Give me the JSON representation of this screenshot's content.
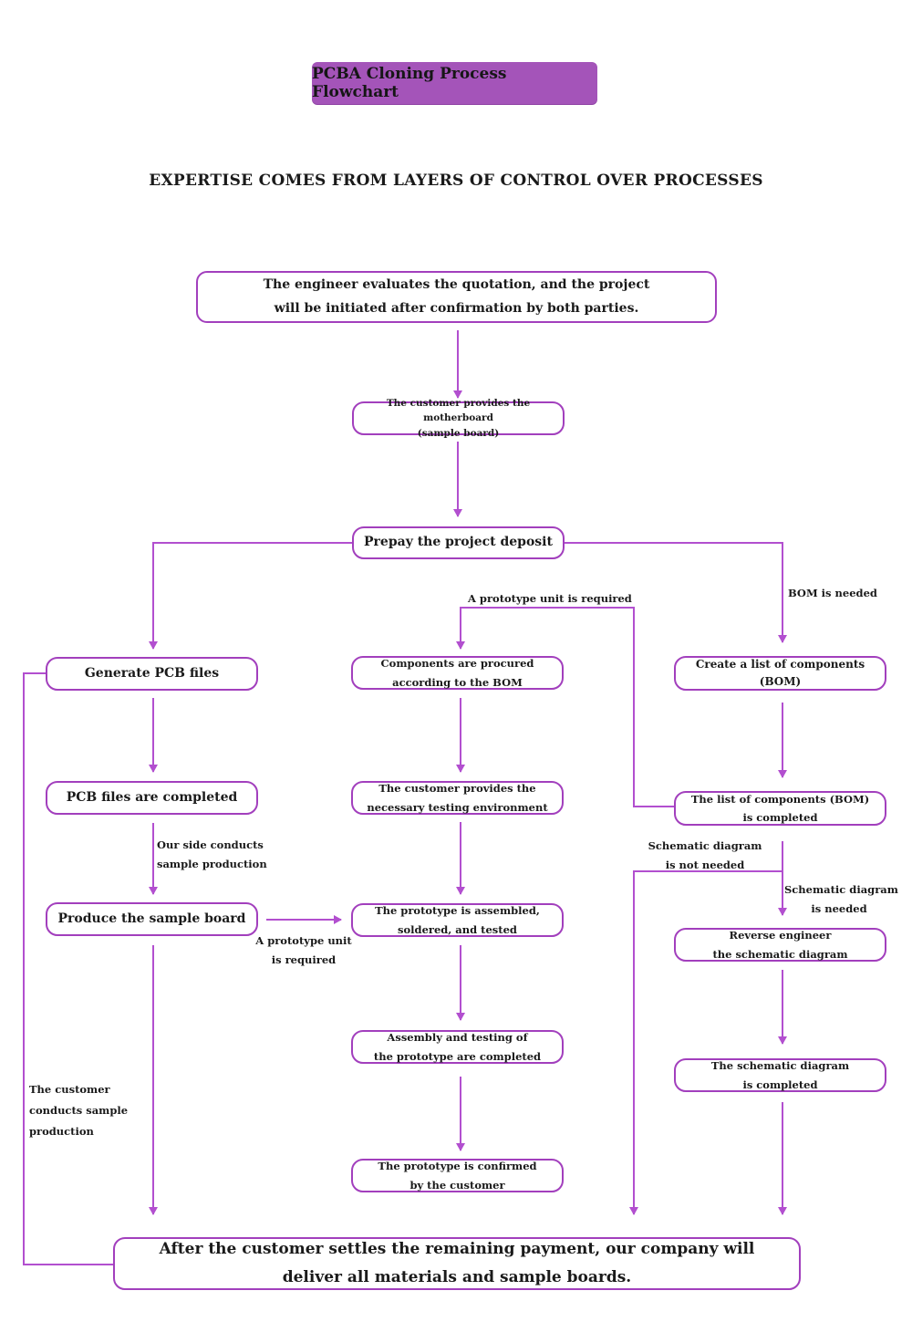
{
  "header": {
    "title": "PCBA Cloning Process Flowchart",
    "subtitle": "EXPERTISE COMES FROM LAYERS OF CONTROL OVER PROCESSES"
  },
  "nodes": {
    "evaluate": [
      "The engineer evaluates the quotation, and the project",
      "will be initiated after confirmation by both parties."
    ],
    "motherboard": [
      "The customer provides the motherboard",
      "(sample board)"
    ],
    "deposit": [
      "Prepay the project deposit"
    ],
    "generate_pcb": [
      "Generate PCB files"
    ],
    "pcb_completed": [
      "PCB files are completed"
    ],
    "produce_sample": [
      "Produce the sample board"
    ],
    "components_procured": [
      "Components are procured",
      "according to the BOM"
    ],
    "testing_env": [
      "The customer provides the",
      "necessary testing environment"
    ],
    "prototype_assembled": [
      "The prototype is assembled,",
      "soldered, and tested"
    ],
    "assembly_completed": [
      "Assembly and testing of",
      "the prototype are completed"
    ],
    "prototype_confirmed": [
      "The prototype is confirmed",
      "by the customer"
    ],
    "create_bom": [
      "Create a list of components (BOM)"
    ],
    "bom_completed": [
      "The list of components (BOM)",
      "is completed"
    ],
    "reverse_engineer": [
      "Reverse engineer",
      "the schematic diagram"
    ],
    "schematic_completed": [
      "The schematic diagram",
      "is completed"
    ],
    "final": [
      "After the customer settles the remaining payment, our company will",
      "deliver all materials and sample boards."
    ]
  },
  "labels": {
    "prototype_required_top": [
      "A prototype unit is required"
    ],
    "bom_needed": [
      "BOM is needed"
    ],
    "our_side": [
      "Our side conducts",
      "sample production"
    ],
    "prototype_required_mid": [
      "A prototype unit",
      "is required"
    ],
    "schematic_not_needed": [
      "Schematic diagram",
      "is not needed"
    ],
    "schematic_needed": [
      "Schematic diagram",
      "is needed"
    ],
    "customer_sample": [
      "The customer",
      "conducts sample",
      "production"
    ]
  },
  "colors": {
    "border": "#a23fbd",
    "arrow": "#b24fcf",
    "title_bg": "#a454b9"
  }
}
